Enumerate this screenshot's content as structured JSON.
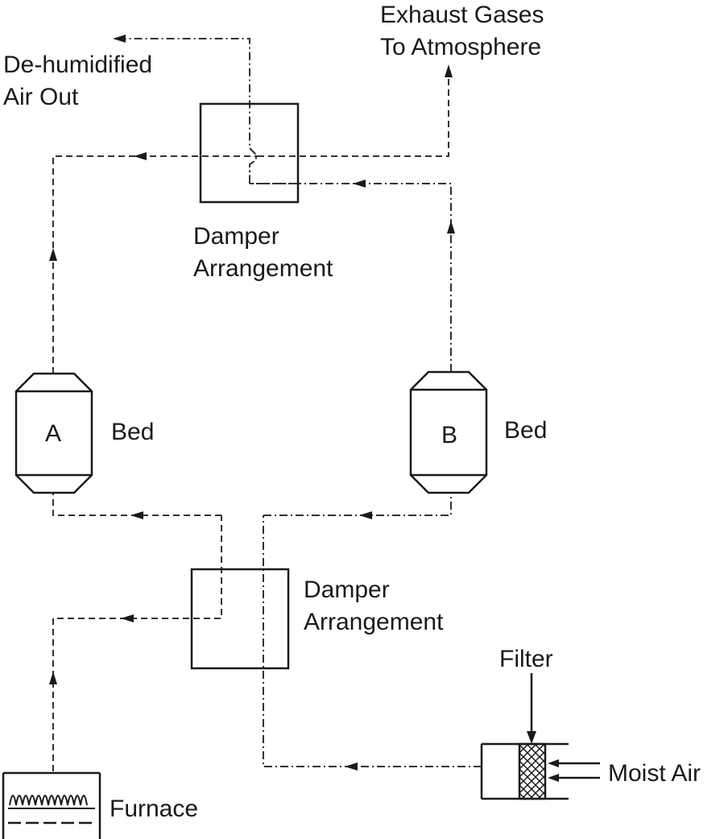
{
  "labels": {
    "exhaust_line1": "Exhaust Gases",
    "exhaust_line2": "To Atmosphere",
    "dehum_line1": "De-humidified",
    "dehum_line2": "Air Out",
    "damper_top_line1": "Damper",
    "damper_top_line2": "Arrangement",
    "damper_bottom_line1": "Damper",
    "damper_bottom_line2": "Arrangement",
    "bed_a_label": "Bed",
    "bed_b_label": "Bed",
    "bed_a_letter": "A",
    "bed_b_letter": "B",
    "filter": "Filter",
    "moist_air": "Moist Air",
    "furnace": "Furnace"
  },
  "colors": {
    "stroke": "#1a1a1a",
    "background": "#ffffff"
  }
}
